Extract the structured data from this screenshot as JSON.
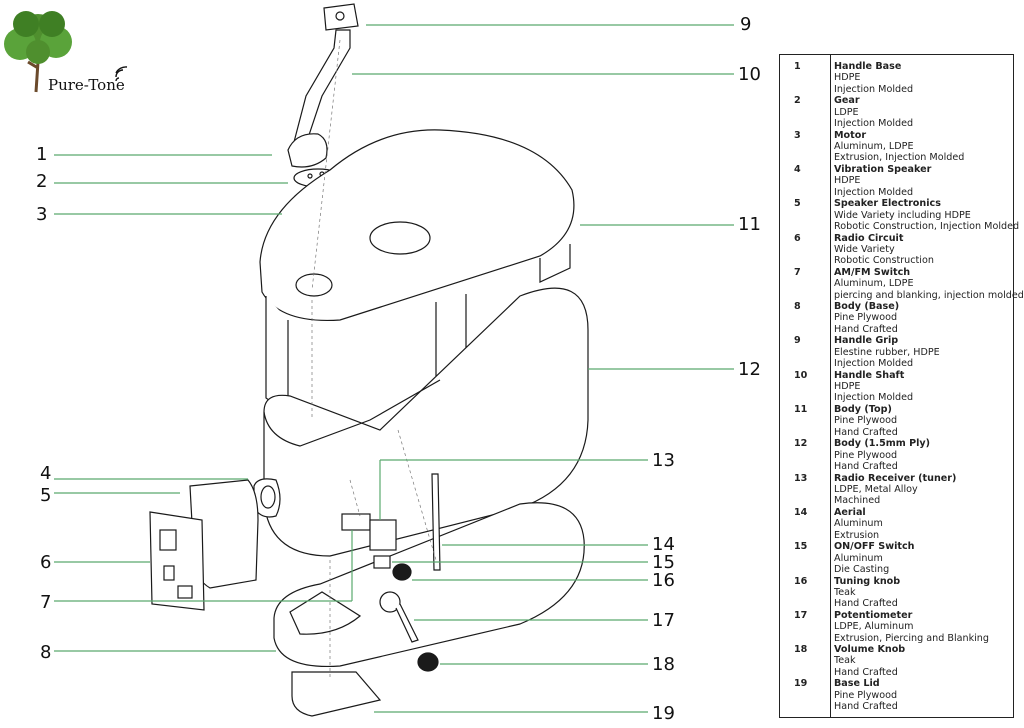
{
  "logo": {
    "text": "Pure-Tone",
    "icon": "tree-icon",
    "signal_icon": "wifi-signal-icon"
  },
  "callouts": [
    "1",
    "2",
    "3",
    "4",
    "5",
    "6",
    "7",
    "8",
    "9",
    "10",
    "11",
    "12",
    "13",
    "14",
    "15",
    "16",
    "17",
    "18",
    "19"
  ],
  "parts": [
    {
      "num": "1",
      "name": "Handle Base",
      "material": "HDPE",
      "process": "Injection Molded"
    },
    {
      "num": "2",
      "name": "Gear",
      "material": "LDPE",
      "process": "Injection Molded"
    },
    {
      "num": "3",
      "name": "Motor",
      "material": "Aluminum, LDPE",
      "process": "Extrusion, Injection Molded"
    },
    {
      "num": "4",
      "name": "Vibration Speaker",
      "material": "HDPE",
      "process": "Injection Molded"
    },
    {
      "num": "5",
      "name": "Speaker Electronics",
      "material": "Wide Variety including HDPE",
      "process": "Robotic Construction, Injection Molded"
    },
    {
      "num": "6",
      "name": "Radio Circuit",
      "material": "Wide Variety",
      "process": "Robotic Construction"
    },
    {
      "num": "7",
      "name": "AM/FM Switch",
      "material": "Aluminum, LDPE",
      "process": "piercing and blanking, injection molded"
    },
    {
      "num": "8",
      "name": "Body (Base)",
      "material": "Pine Plywood",
      "process": "Hand Crafted"
    },
    {
      "num": "9",
      "name": "Handle Grip",
      "material": "Elestine rubber, HDPE",
      "process": "Injection Molded"
    },
    {
      "num": "10",
      "name": "Handle Shaft",
      "material": "HDPE",
      "process": "Injection Molded"
    },
    {
      "num": "11",
      "name": "Body (Top)",
      "material": "Pine Plywood",
      "process": "Hand Crafted"
    },
    {
      "num": "12",
      "name": "Body (1.5mm Ply)",
      "material": "Pine Plywood",
      "process": "Hand Crafted"
    },
    {
      "num": "13",
      "name": "Radio Receiver (tuner)",
      "material": "LDPE, Metal Alloy",
      "process": "Machined"
    },
    {
      "num": "14",
      "name": "Aerial",
      "material": "Aluminum",
      "process": "Extrusion"
    },
    {
      "num": "15",
      "name": "ON/OFF Switch",
      "material": "Aluminum",
      "process": "Die Casting"
    },
    {
      "num": "16",
      "name": "Tuning knob",
      "material": "Teak",
      "process": "Hand Crafted"
    },
    {
      "num": "17",
      "name": "Potentiometer",
      "material": "LDPE, Aluminum",
      "process": "Extrusion, Piercing and Blanking"
    },
    {
      "num": "18",
      "name": "Volume Knob",
      "material": "Teak",
      "process": "Hand Crafted"
    },
    {
      "num": "19",
      "name": "Base Lid",
      "material": "Pine Plywood",
      "process": "Hand Crafted"
    }
  ],
  "colors": {
    "leader_line": "#5aa96e",
    "outline": "#1a1a1a",
    "tree_green": "#4f8f2e",
    "trunk": "#6b4a2b"
  }
}
